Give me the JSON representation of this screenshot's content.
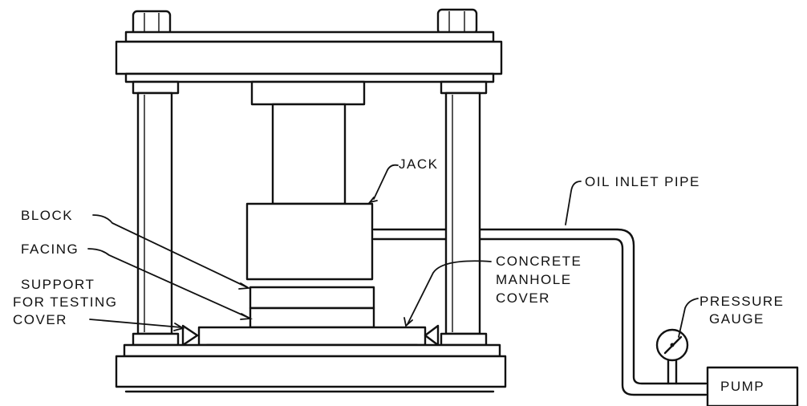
{
  "labels": {
    "jack": "JACK",
    "oil_inlet_pipe": "OIL INLET PIPE",
    "block": "BLOCK",
    "facing": "FACING",
    "support_line1": "SUPPORT",
    "support_line2": "FOR TESTING",
    "support_line3": "COVER",
    "concrete_line1": "CONCRETE",
    "concrete_line2": "MANHOLE",
    "concrete_line3": "COVER",
    "pressure_line1": "PRESSURE",
    "pressure_line2": "GAUGE",
    "pump": "PUMP"
  }
}
